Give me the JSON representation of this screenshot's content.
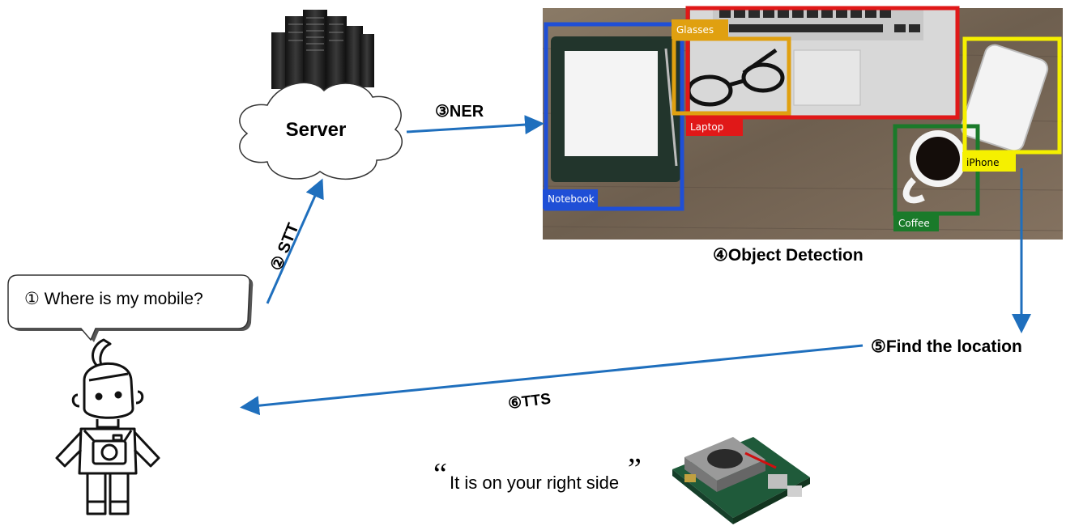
{
  "steps": {
    "question": "① Where is my mobile?",
    "stt": "② STT",
    "ner": "③NER",
    "object_detection": "④Object Detection",
    "find_location": "⑤Find the location",
    "tts": "⑥TTS"
  },
  "server": {
    "label": "Server"
  },
  "detections": {
    "notebook": "Notebook",
    "glasses": "Glasses",
    "laptop": "Laptop",
    "iphone": "iPhone",
    "coffee": "Coffee"
  },
  "reply": {
    "open_quote": "“",
    "text": "It is on your right side",
    "close_quote": "”"
  },
  "colors": {
    "arrow": "#1f6fbd",
    "notebook_box": "#1f4fd6",
    "glasses_box": "#e0a010",
    "laptop_box": "#e01818",
    "iphone_box": "#f5f000",
    "coffee_box": "#1a7a2a",
    "desk_wood": "#7a6a58"
  }
}
